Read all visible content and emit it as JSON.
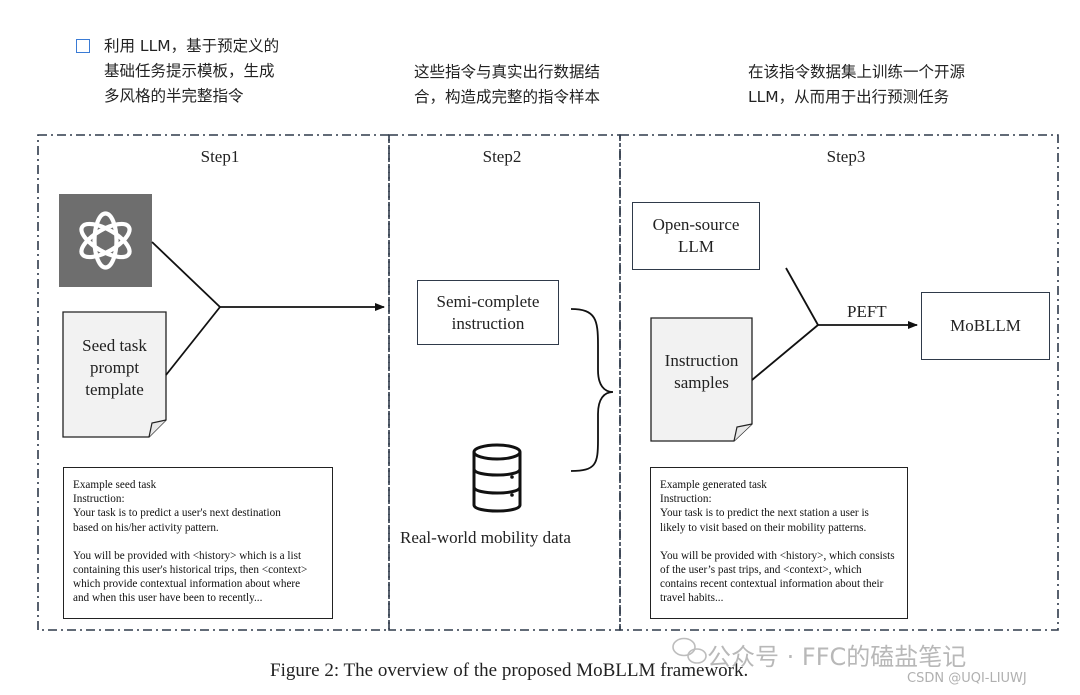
{
  "notes": {
    "step1": [
      "利用 LLM，基于预定义的",
      "基础任务提示模板，生成",
      "多风格的半完整指令"
    ],
    "step2": [
      "这些指令与真实出行数据结",
      "合，构造成完整的指令样本"
    ],
    "step3": [
      "在该指令数据集上训练一个开源",
      "LLM，从而用于出行预测任务"
    ]
  },
  "steps": {
    "step1": {
      "title": "Step1"
    },
    "step2": {
      "title": "Step2"
    },
    "step3": {
      "title": "Step3"
    }
  },
  "step1": {
    "seed_doc": [
      "Seed task",
      "prompt",
      "template"
    ],
    "example": {
      "lines1": [
        "Example seed task",
        "Instruction:",
        "Your task is to predict a user's next destination",
        "based on his/her activity pattern."
      ],
      "lines2": [
        "You will be provided with <history> which is a list",
        "containing this user's historical trips, then <context>",
        "which provide contextual information about where",
        "and when this user have been to recently..."
      ]
    }
  },
  "step2": {
    "semi_box": [
      "Semi-complete",
      "instruction"
    ],
    "mobility_label": "Real-world mobility data"
  },
  "step3": {
    "open_llm_box": [
      "Open-source",
      "LLM"
    ],
    "instruction_doc": [
      "Instruction",
      "samples"
    ],
    "peft_label": "PEFT",
    "mobllm_box": "MoBLLM",
    "example": {
      "lines1": [
        "Example generated task",
        "Instruction:",
        "Your task is to predict the next station a user is",
        "likely to visit based on their mobility patterns."
      ],
      "lines2": [
        "You will be provided with <history>, which consists",
        "of the user’s past trips, and <context>, which",
        "contains recent contextual information about their",
        "travel habits..."
      ]
    }
  },
  "caption": "Figure 2: The overview of the proposed MoBLLM framework.",
  "watermark": "公众号 · FFC的磕盐笔记",
  "csdn": "CSDN @UQI-LIUWJ",
  "colors": {
    "openai_tile": "#6e6e6e",
    "doc_fill": "#f2f2f2",
    "frame": "#2f3a4a",
    "checkbox": "#3a7bd5"
  },
  "icons": {
    "openai": "openai-logo-icon",
    "database": "database-icon",
    "checkbox": "checkbox-icon",
    "wechat": "wechat-icon"
  }
}
